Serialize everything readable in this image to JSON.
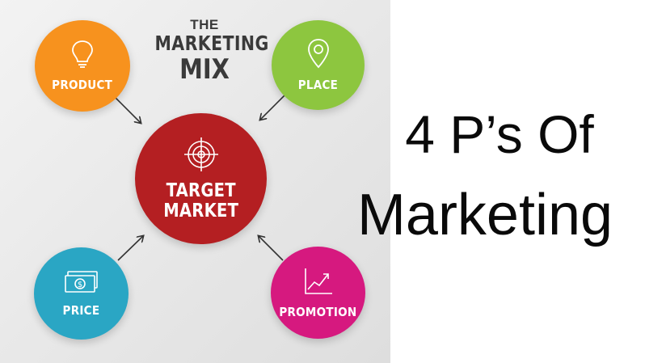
{
  "diagram": {
    "header": {
      "the": "THE",
      "main": "MARKETING",
      "mix": "MIX"
    },
    "center": {
      "line1": "TARGET",
      "line2": "MARKET",
      "color": "#b41f22",
      "icon": "target-icon"
    },
    "nodes": {
      "product": {
        "label": "PRODUCT",
        "color": "#f7921e",
        "icon": "lightbulb-icon"
      },
      "place": {
        "label": "PLACE",
        "color": "#8dc63f",
        "icon": "map-pin-icon"
      },
      "price": {
        "label": "PRICE",
        "color": "#2aa6c4",
        "icon": "banknote-icon"
      },
      "promotion": {
        "label": "PROMOTION",
        "color": "#d6197f",
        "icon": "growth-chart-icon"
      }
    }
  },
  "title": {
    "line1": "4 P’s Of",
    "line2": "Marketing"
  }
}
